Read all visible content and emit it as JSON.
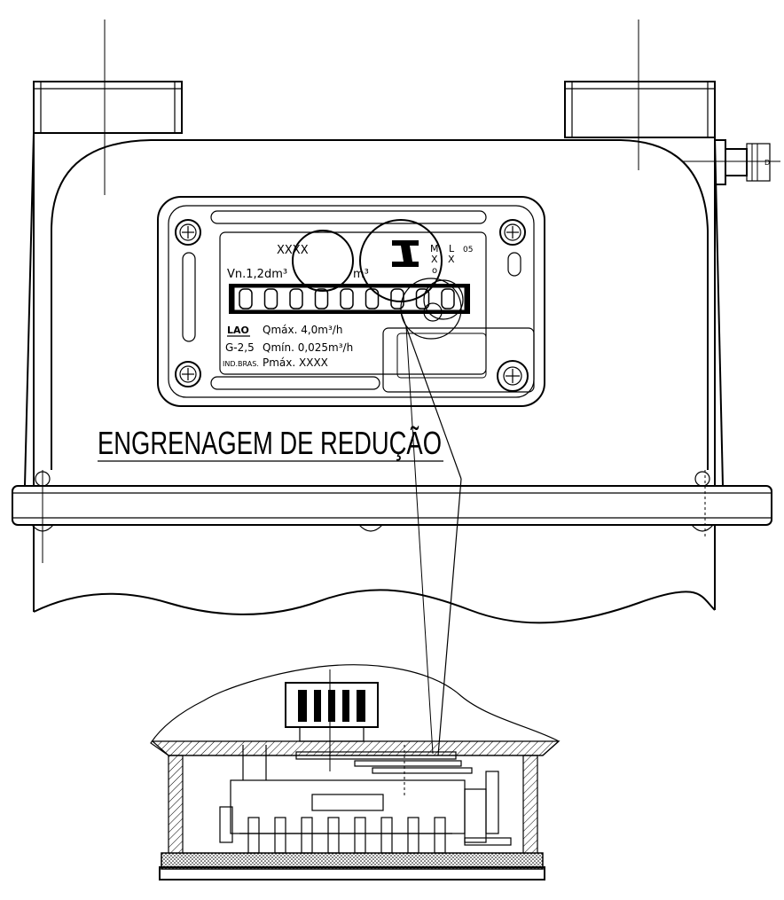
{
  "drawing": {
    "title_text": "ENGRENAGEM DE REDUÇÃO",
    "plate": {
      "top_code": "XXXX",
      "volume": "Vn.1,2dm³",
      "unit": "m³",
      "col_m": "M",
      "col_l": "L",
      "col_code": "05",
      "col_x1": "X",
      "col_x2": "X",
      "col_o": "o",
      "brand": "LAO",
      "model": "G-2,5",
      "origin": "IND.BRAS.",
      "qmax": "Qmáx. 4,0m³/h",
      "qmin": "Qmín. 0,025m³/h",
      "pmax": "Pmáx. XXXX"
    },
    "side_fitting_label": "D"
  }
}
